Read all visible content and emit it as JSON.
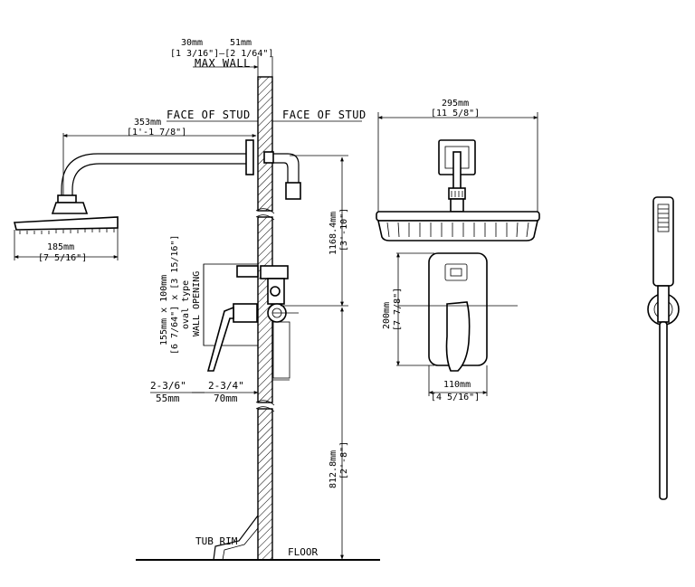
{
  "labels": {
    "top_dim_left_mm": "30mm",
    "top_dim_right_mm": "51mm",
    "top_dim_in": "[1 3/16\"]—[2 1/64\"]",
    "max_wall": "MAX WALL",
    "face_of_stud_left": "FACE OF STUD",
    "face_of_stud_right": "FACE OF STUD",
    "arm_length_mm": "353mm",
    "arm_length_in": "[1'-1 7/8\"]",
    "head_diam_mm": "185mm",
    "head_diam_in": "[7 5/16\"]",
    "head_height_mm": "1168.4mm",
    "head_height_in": "[3'-10\"]",
    "opening_a": "155mm x 100mm",
    "opening_b": "[6 7/64\"] x [3 15/16\"]",
    "oval_type": "oval type",
    "wall_opening": "WALL OPENING",
    "depth_in_left": "2-3/6\"",
    "depth_in_right": "2-3/4\"",
    "depth_mm_left": "55mm",
    "depth_mm_right": "70mm",
    "valve_height_mm": "812.8mm",
    "valve_height_in": "[2'-8\"]",
    "tub_rim": "TUB RIM",
    "floor": "FLOOR",
    "head_width_mm": "295mm",
    "head_width_in": "[11 5/8\"]",
    "plate_height_mm": "200mm",
    "plate_height_in": "[7 7/8\"]",
    "plate_width_mm": "110mm",
    "plate_width_in": "[4 5/16\"]"
  }
}
